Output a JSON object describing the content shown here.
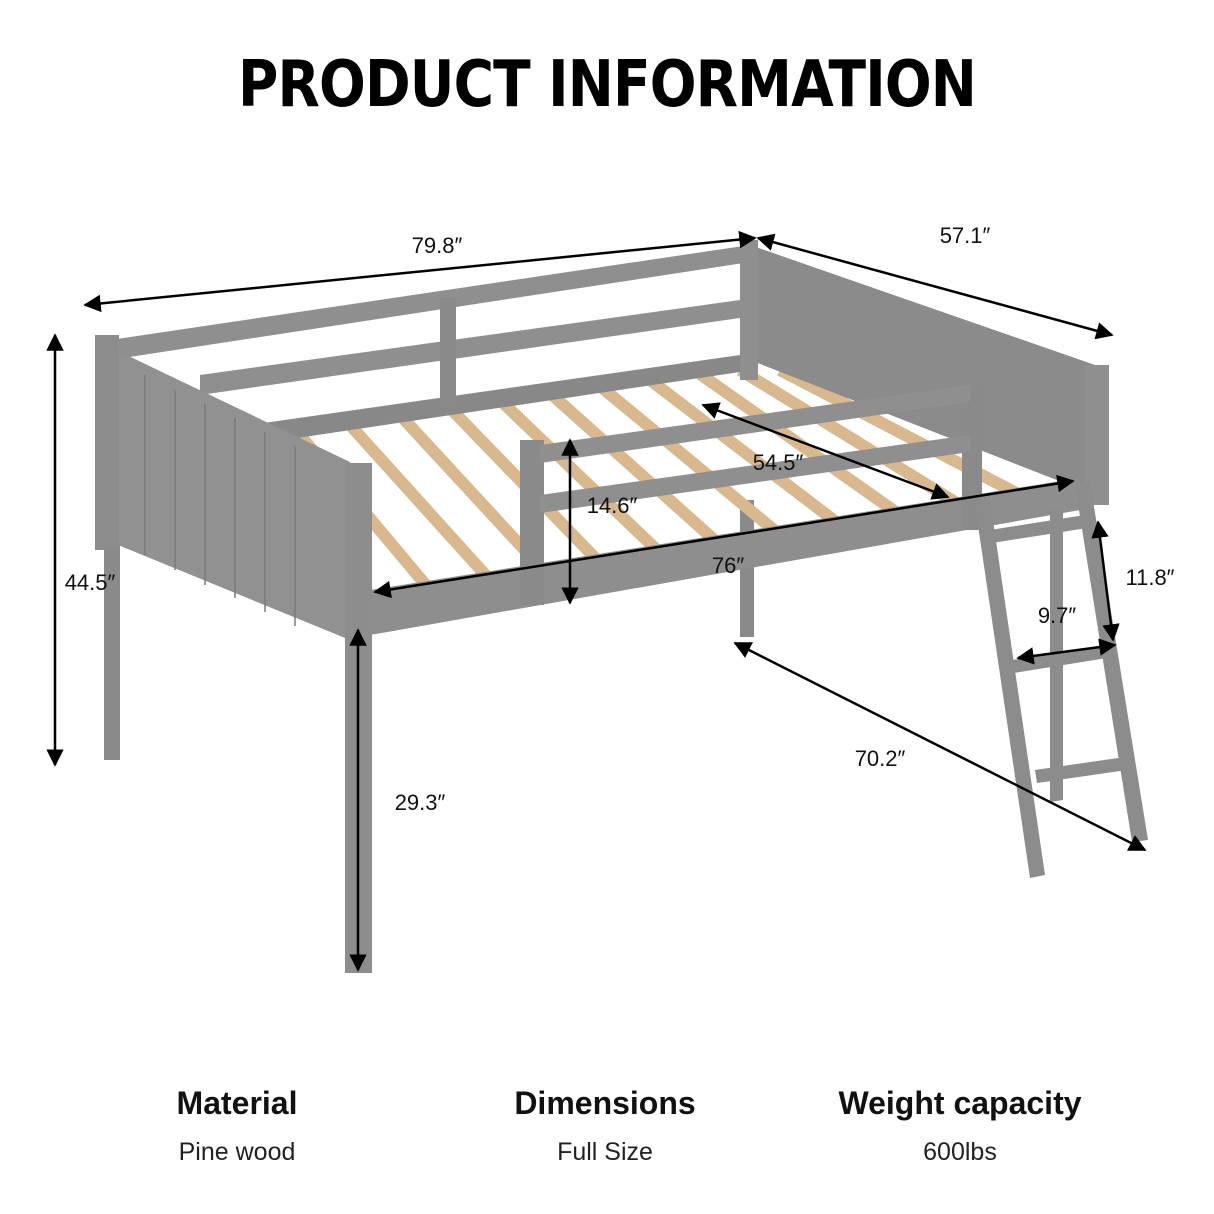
{
  "title": "PRODUCT INFORMATION",
  "colors": {
    "frame": "#8c8c8c",
    "frame_dark": "#777777",
    "slats": "#e2c39b",
    "arrow": "#000000"
  },
  "dimensions": {
    "overall_length": "79.8″",
    "overall_width": "57.1″",
    "overall_height": "44.5″",
    "mattress_width": "54.5″",
    "guardrail_height": "14.6″",
    "mattress_length": "76″",
    "ladder_step_spacing": "11.8″",
    "ladder_step_width": "9.7″",
    "ladder_opening": "70.2″",
    "underbed_clearance": "29.3″"
  },
  "specs": [
    {
      "label": "Material",
      "value": "Pine wood"
    },
    {
      "label": "Dimensions",
      "value": "Full Size"
    },
    {
      "label": "Weight capacity",
      "value": "600lbs"
    }
  ]
}
